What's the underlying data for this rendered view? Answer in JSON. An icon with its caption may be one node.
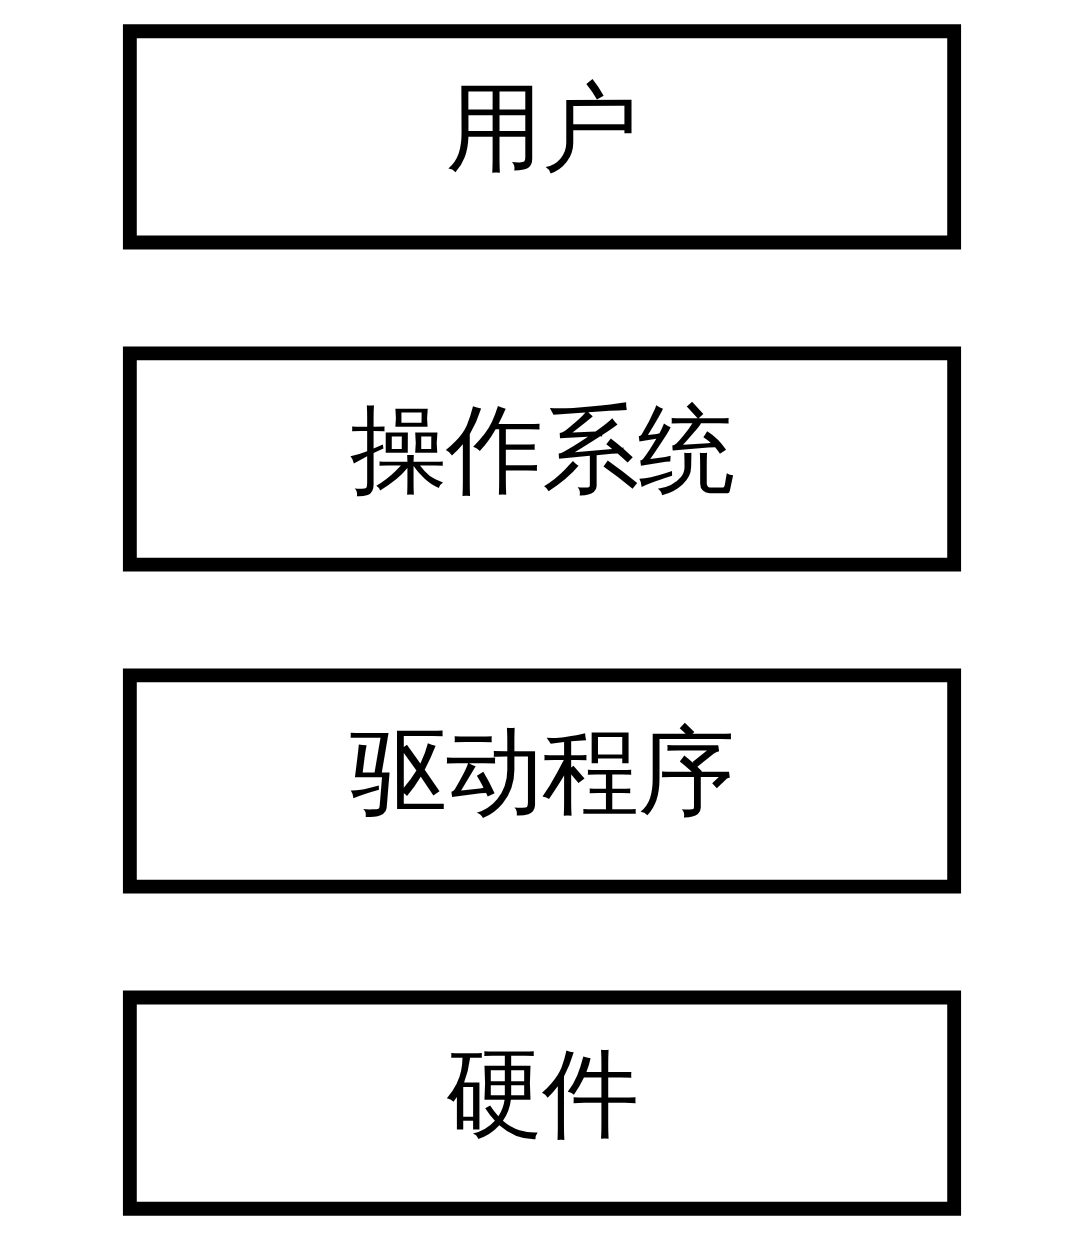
{
  "diagram": {
    "nodes": [
      {
        "text": [
          "用户"
        ]
      },
      {
        "text": [
          "操作系统"
        ]
      },
      {
        "text": [
          "驱动程序"
        ]
      },
      {
        "text": [
          "硬件"
        ]
      }
    ]
  }
}
